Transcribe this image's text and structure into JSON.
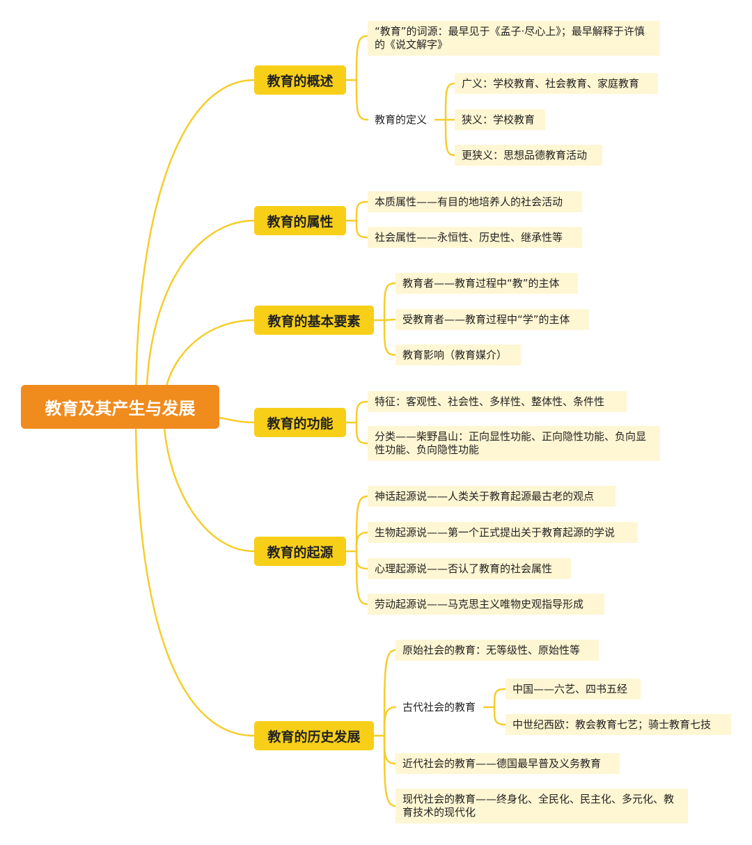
{
  "root": "教育及其产生与发展",
  "colors": {
    "root": "#f08b1d",
    "branch": "#f7cf18",
    "leaf": "#fff6d3",
    "line": "#f5cd2a"
  },
  "branches": [
    {
      "label": "教育的概述",
      "items": [
        "“教育”的词源：最早见于《孟子·尽心上》；最早解释于许慎的《说文解字》",
        "教育的定义"
      ],
      "definition": [
        "广义：学校教育、社会教育、家庭教育",
        "狭义：学校教育",
        "更狭义：思想品德教育活动"
      ]
    },
    {
      "label": "教育的属性",
      "items": [
        "本质属性——有目的地培养人的社会活动",
        "社会属性——永恒性、历史性、继承性等"
      ]
    },
    {
      "label": "教育的基本要素",
      "items": [
        "教育者——教育过程中“教”的主体",
        "受教育者——教育过程中“学”的主体",
        "教育影响（教育媒介）"
      ]
    },
    {
      "label": "教育的功能",
      "items": [
        "特征：客观性、社会性、多样性、整体性、条件性",
        "分类——柴野昌山：正向显性功能、正向隐性功能、负向显性功能、负向隐性功能"
      ]
    },
    {
      "label": "教育的起源",
      "items": [
        "神话起源说——人类关于教育起源最古老的观点",
        "生物起源说——第一个正式提出关于教育起源的学说",
        "心理起源说——否认了教育的社会属性",
        "劳动起源说——马克思主义唯物史观指导形成"
      ]
    },
    {
      "label": "教育的历史发展",
      "items": [
        "原始社会的教育：无等级性、原始性等",
        "古代社会的教育",
        "近代社会的教育——德国最早普及义务教育",
        "现代社会的教育——终身化、全民化、民主化、多元化、教育技术的现代化"
      ],
      "ancient": [
        "中国——六艺、四书五经",
        "中世纪西欧：教会教育七艺；骑士教育七技"
      ]
    }
  ]
}
